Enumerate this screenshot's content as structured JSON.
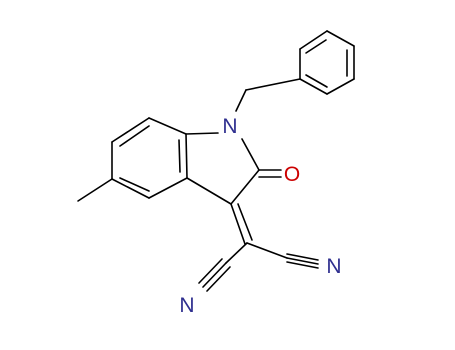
{
  "molecule": {
    "atom_labels": {
      "n1": "N",
      "o1": "O",
      "n2": "N",
      "n3": "N"
    },
    "colors": {
      "bond": "#000000",
      "nitrogen": "#2f2f8f",
      "oxygen": "#cc0000"
    }
  }
}
